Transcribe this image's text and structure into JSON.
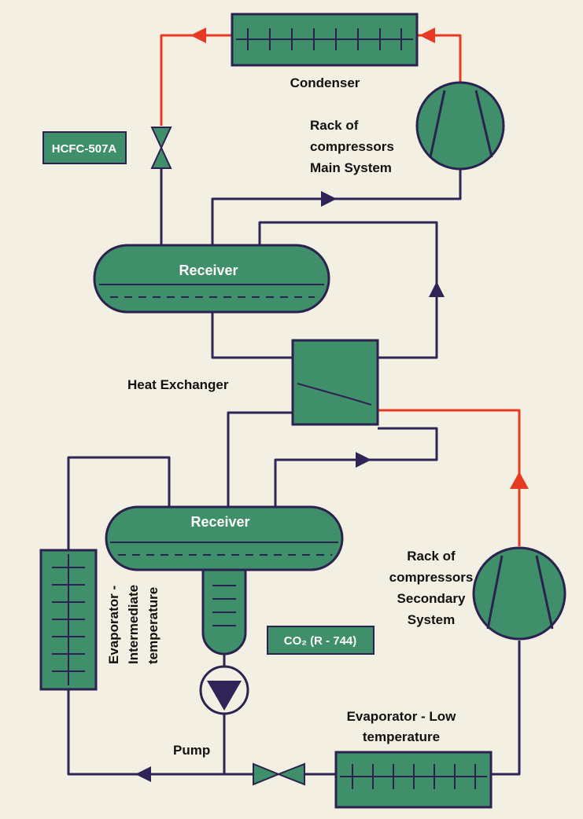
{
  "labels": {
    "condenser": "Condenser",
    "rack_main": [
      "Rack of",
      "compressors",
      "Main System"
    ],
    "refrigerant_main": "HCFC-507A",
    "receiver_top": "Receiver",
    "heat_exchanger": "Heat Exchanger",
    "receiver_bottom": "Receiver",
    "rack_secondary": [
      "Rack of",
      "compressors",
      "Secondary",
      "System"
    ],
    "refrigerant_secondary": "CO₂ (R - 744)",
    "evaporator_intermediate": [
      "Evaporator -",
      "Intermediate",
      "temperature"
    ],
    "pump": "Pump",
    "evaporator_low": [
      "Evaporator - Low",
      "temperature"
    ]
  },
  "colors": {
    "background": "#f3efe2",
    "equipment_fill": "#3f8f6a",
    "outline": "#2b2250",
    "hot_line": "#e83a22",
    "cold_line": "#2e2458",
    "text": "#111111"
  }
}
